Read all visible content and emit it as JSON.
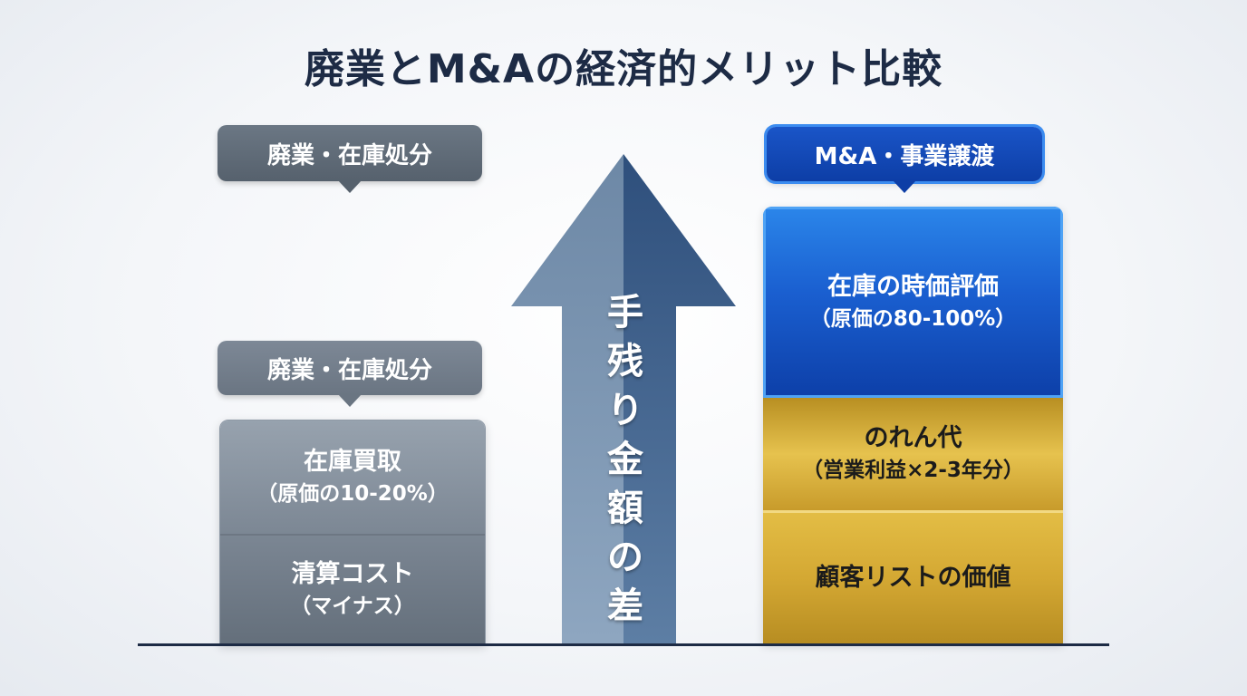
{
  "title": "廃業とM&Aの経済的メリット比較",
  "left": {
    "callout_top": "廃業・在庫処分",
    "callout_mid": "廃業・在庫処分",
    "block_1": {
      "main": "在庫買取",
      "sub": "（原価の10-20%）"
    },
    "block_2": {
      "main": "清算コスト",
      "sub": "（マイナス）"
    }
  },
  "arrow": {
    "label": "手残り金額の差"
  },
  "right": {
    "callout": "M&A・事業譲渡",
    "block_1": {
      "main": "在庫の時価評価",
      "sub": "（原価の80-100%）"
    },
    "block_2": {
      "main": "のれん代",
      "sub": "（営業利益×2-3年分）"
    },
    "block_3": {
      "main": "顧客リストの価値"
    }
  },
  "colors": {
    "title": "#1d2b45",
    "gray": "#56616d",
    "blue": "#0d3ea6",
    "gold": "#d8ac33"
  }
}
